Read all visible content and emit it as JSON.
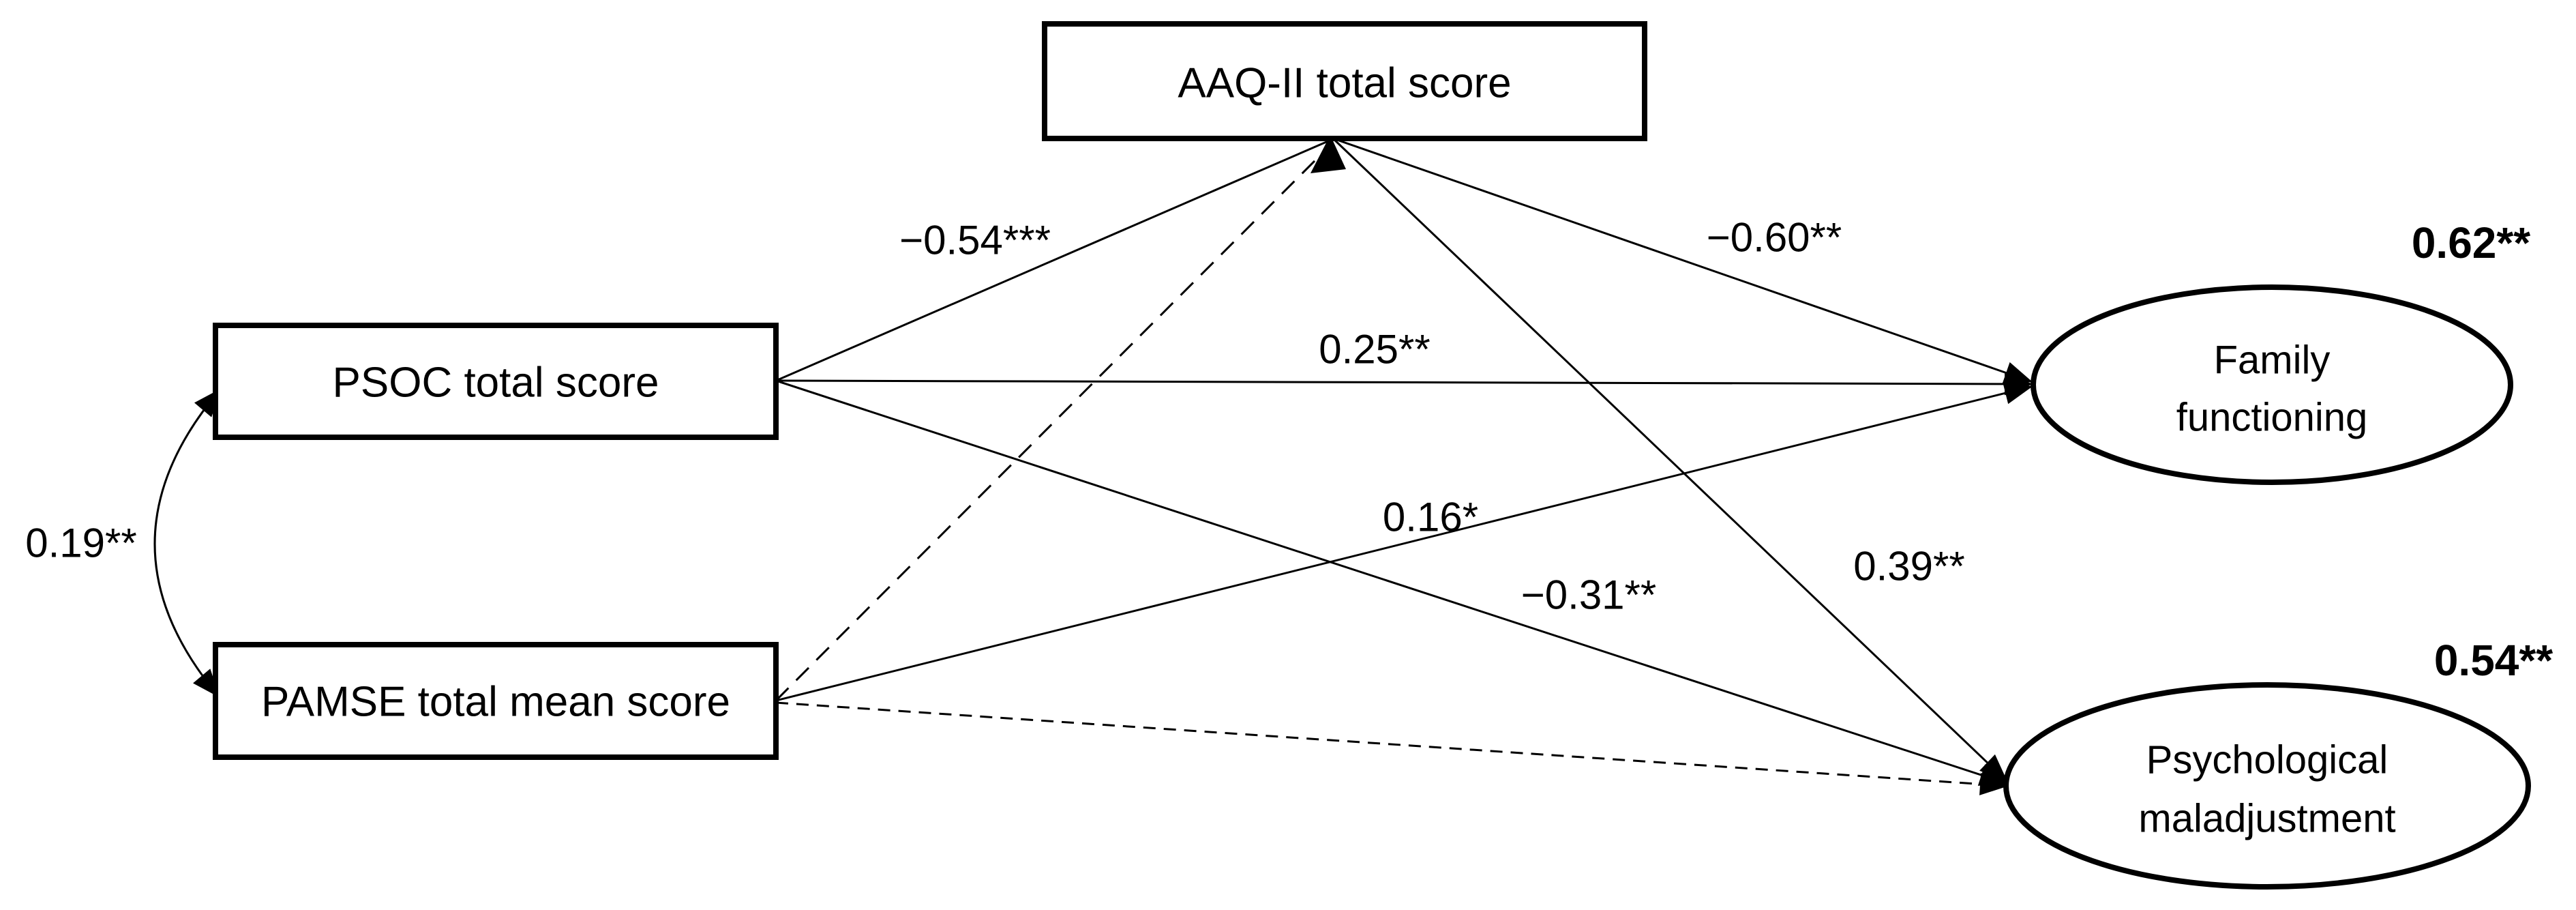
{
  "nodes": {
    "aaq": {
      "label": "AAQ-II total score"
    },
    "psoc": {
      "label": "PSOC total score"
    },
    "pamse": {
      "label": "PAMSE total mean score"
    },
    "family": {
      "line1": "Family",
      "line2": "functioning",
      "variance": "0.62**"
    },
    "psych": {
      "line1": "Psychological",
      "line2": "maladjustment",
      "variance": "0.54**"
    }
  },
  "paths": {
    "psoc_to_aaq": "−0.54***",
    "aaq_to_family": "−0.60**",
    "psoc_to_family": "0.25**",
    "pamse_to_family": "0.16*",
    "psoc_to_psych": "−0.31**",
    "aaq_to_psych": "0.39**",
    "psoc_pamse_covariance": "0.19**"
  },
  "colors": {
    "stroke": "#000000",
    "text": "#000000",
    "background": "#ffffff"
  }
}
